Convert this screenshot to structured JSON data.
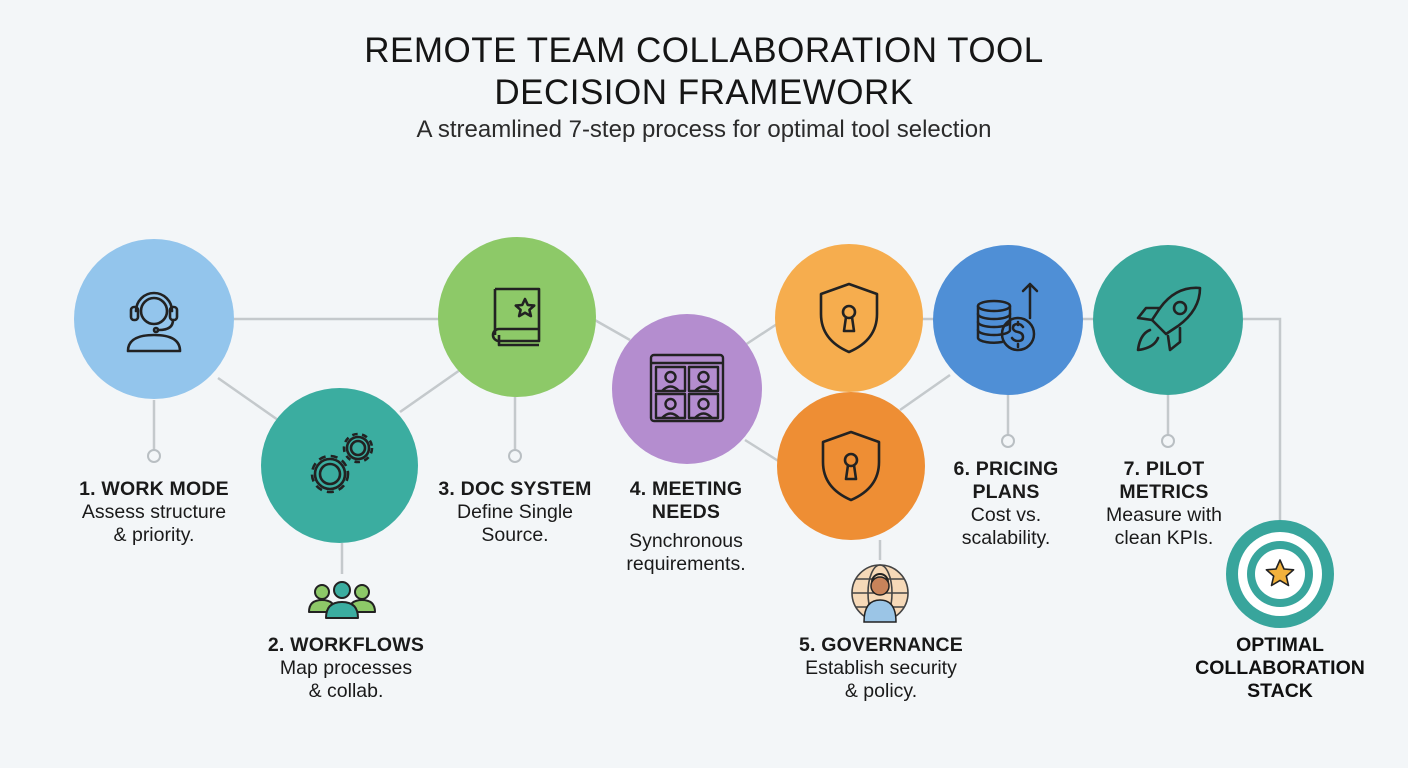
{
  "header": {
    "title_line1": "REMOTE TEAM COLLABORATION TOOL",
    "title_line2": "DECISION FRAMEWORK",
    "subtitle": "A streamlined 7-step process for optimal tool selection"
  },
  "steps": [
    {
      "title": "1. WORK MODE",
      "desc_line1": "Assess structure",
      "desc_line2": "& priority.",
      "color": "#93c5ec",
      "icon": "headset-person-icon"
    },
    {
      "title": "2. WORKFLOWS",
      "desc_line1": "Map processes",
      "desc_line2": "& collab.",
      "color": "#3bada0",
      "icon": "gears-icon"
    },
    {
      "title": "3. DOC SYSTEM",
      "desc_line1": "Define Single",
      "desc_line2": "Source.",
      "color": "#8dc968",
      "icon": "book-star-icon"
    },
    {
      "title_line1": "4. MEETING",
      "title_line2": "NEEDS",
      "desc_line1": "Synchronous",
      "desc_line2": "requirements.",
      "color": "#b48dcf",
      "icon": "video-grid-icon"
    },
    {
      "title": "5. GOVERNANCE",
      "desc_line1": "Establish security",
      "desc_line2": "& policy.",
      "color": "#ee8e34",
      "color_top": "#f6ad4e",
      "icon": "shield-lock-icon"
    },
    {
      "title_line1": "6. PRICING",
      "title_line2": "PLANS",
      "desc_line1": "Cost vs.",
      "desc_line2": "scalability.",
      "color": "#4f8fd6",
      "icon": "coins-dollar-icon"
    },
    {
      "title_line1": "7. PILOT",
      "title_line2": "METRICS",
      "desc_line1": "Measure with",
      "desc_line2": "clean KPIs.",
      "color": "#3aa79b",
      "icon": "rocket-icon"
    }
  ],
  "result": {
    "line1": "OPTIMAL",
    "line2": "COLLABORATION",
    "line3": "STACK",
    "icon": "target-star-icon"
  },
  "colors": {
    "connector": "#c4c9cc",
    "stroke": "#222222",
    "star": "#f2b13c"
  }
}
